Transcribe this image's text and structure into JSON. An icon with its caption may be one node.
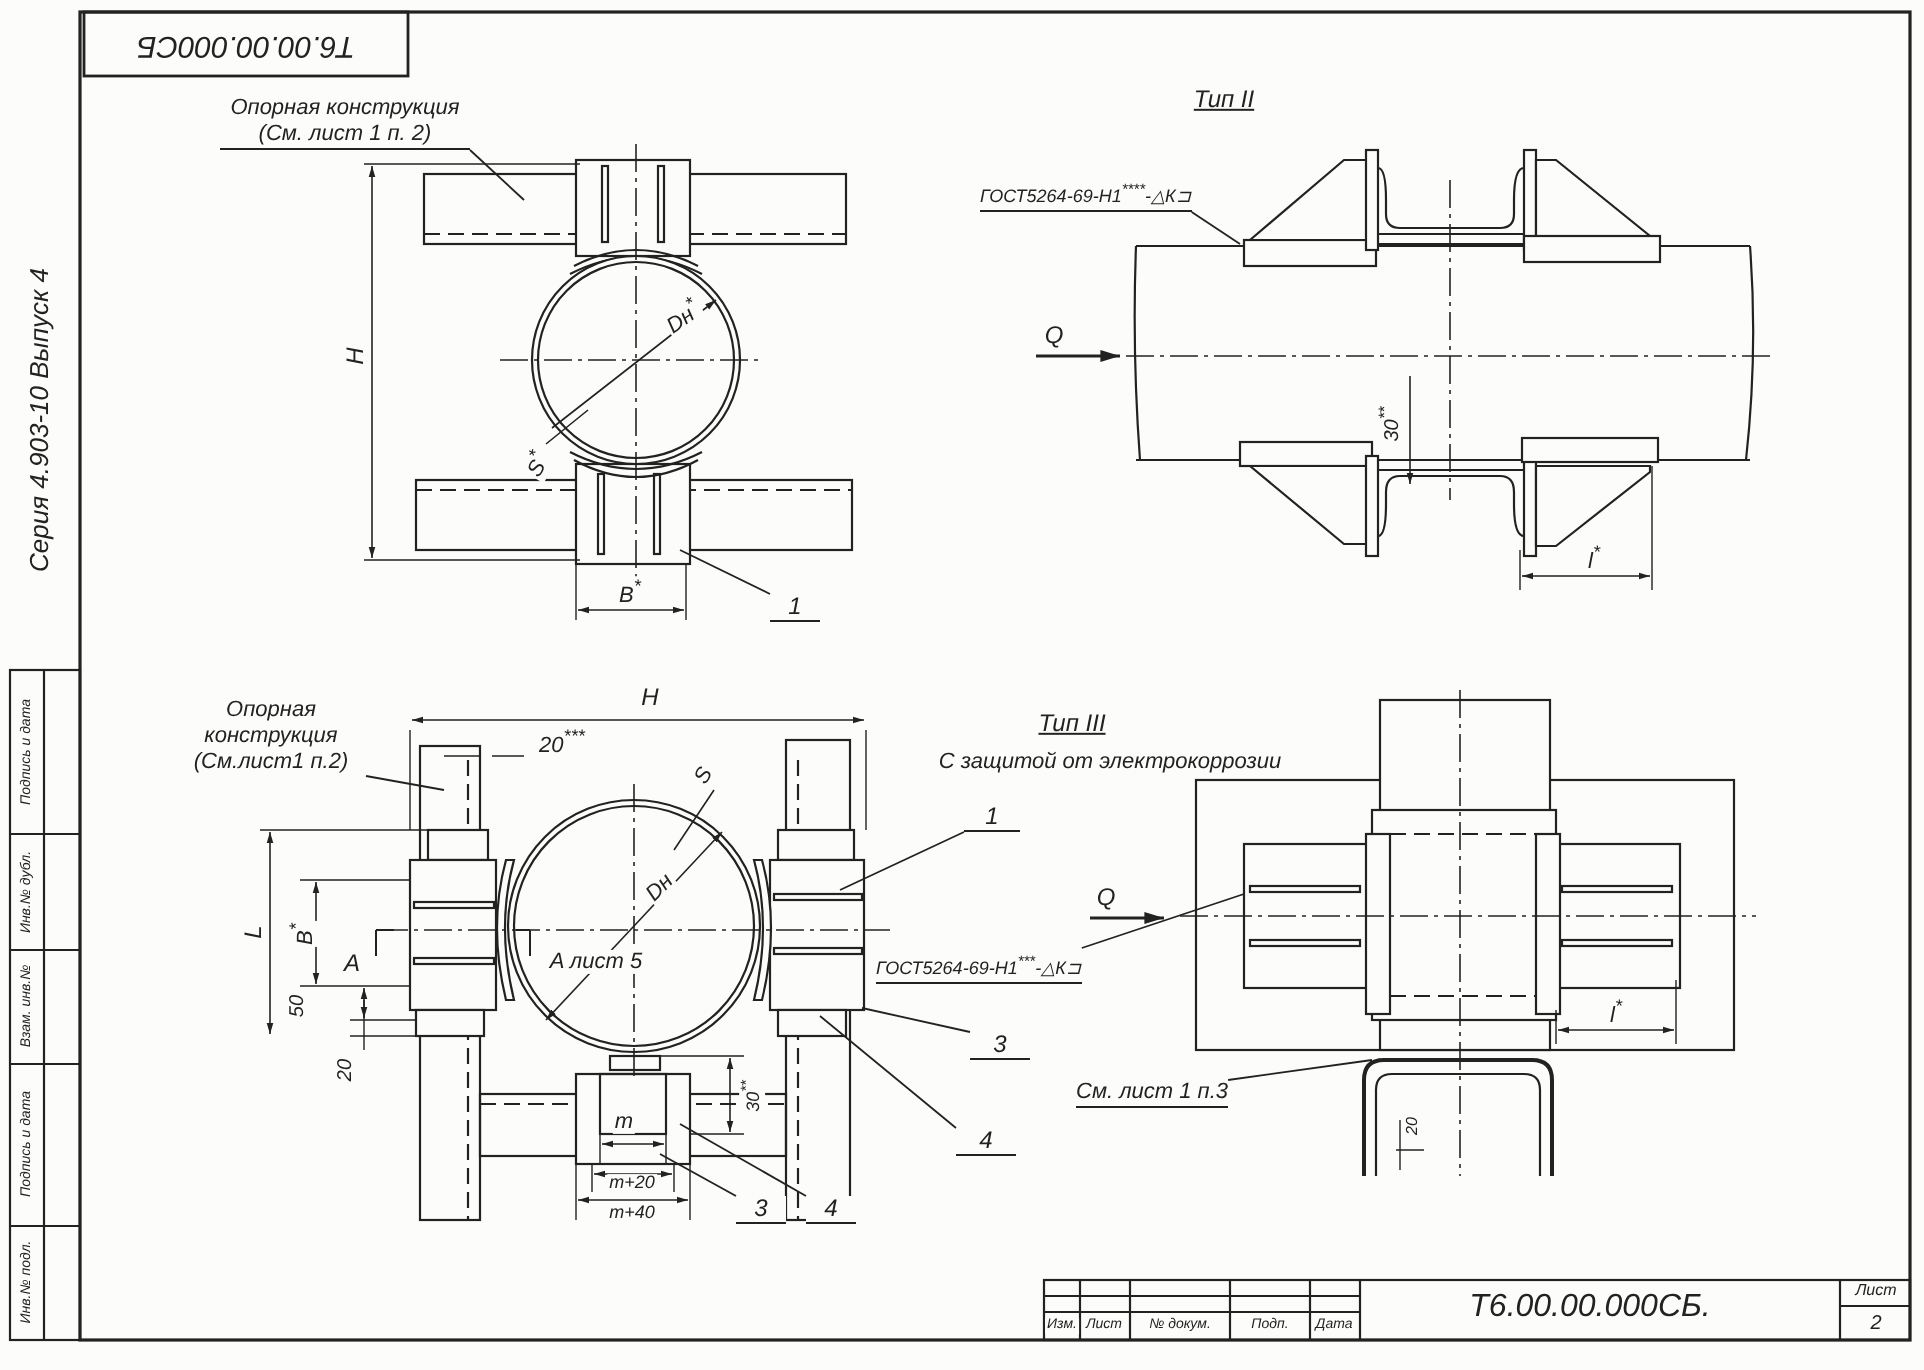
{
  "diagram": {
    "nodes": [
      {
        "text": [
          "Опорная конструкция (См. лист 1 п. 2)"
        ]
      },
      {
        "text": [
          "1"
        ]
      },
      {
        "text": [
          "ГОСТ5264-69-Н1$^{****}$-△К⊐"
        ]
      },
      {
        "text": [
          "Опорная конструкция (См.лист1 п.2)"
        ]
      },
      {
        "text": [
          "1"
        ]
      },
      {
        "text": [
          "ГОСТ5264-69-Н1$^{***}$-△К⊐"
        ]
      },
      {
        "text": [
          "3"
        ]
      },
      {
        "text": [
          "4"
        ]
      },
      {
        "text": [
          "3"
        ]
      },
      {
        "text": [
          "4"
        ]
      },
      {
        "text": [
          "См. лист 1 п.3"
        ]
      }
    ],
    "edges": [
      {
        "from": 0,
        "to": null,
        "arrow": "none"
      },
      {
        "from": 1,
        "to": null,
        "arrow": "none"
      },
      {
        "from": 2,
        "to": null,
        "arrow": "none"
      },
      {
        "from": 3,
        "to": null,
        "arrow": "none"
      },
      {
        "from": 4,
        "to": null,
        "arrow": "none"
      },
      {
        "from": 5,
        "to": null,
        "arrow": "none"
      },
      {
        "from": 6,
        "to": null,
        "arrow": "none"
      },
      {
        "from": 7,
        "to": null,
        "arrow": "none"
      },
      {
        "from": 8,
        "to": null,
        "arrow": "none"
      },
      {
        "from": 9,
        "to": null,
        "arrow": "none"
      },
      {
        "from": 10,
        "to": null,
        "arrow": "none"
      }
    ],
    "labels": [
      "Т6.00.00.000СБ",
      "Тип II",
      "Серия 4.903-10 Выпуск 4",
      "H",
      "Dн$^{*}$",
      "S$^{*}$",
      "Q",
      "30$^{**}$",
      "В$^{*}$",
      "l$^{*}$",
      "H",
      "20$^{***}$",
      "S",
      "Тип III",
      "С защитой от электрокоррозии",
      "Dн",
      "L",
      "В$^{*}$",
      "A",
      "A лист 5",
      "Q",
      "50",
      "l$^{*}$",
      "20",
      "30$^{**}$",
      "m",
      "20",
      "m+20",
      "m+40",
      "Изм.",
      "Лист",
      "№ докум.",
      "Подп.",
      "Дата",
      "Т6.00.00.000СБ.",
      "Лист",
      "2",
      "Подпись и дата",
      "Инв.№ дубл.",
      "Взам. инв.№",
      "Подпись и дата",
      "Инв.№ подл."
    ]
  }
}
